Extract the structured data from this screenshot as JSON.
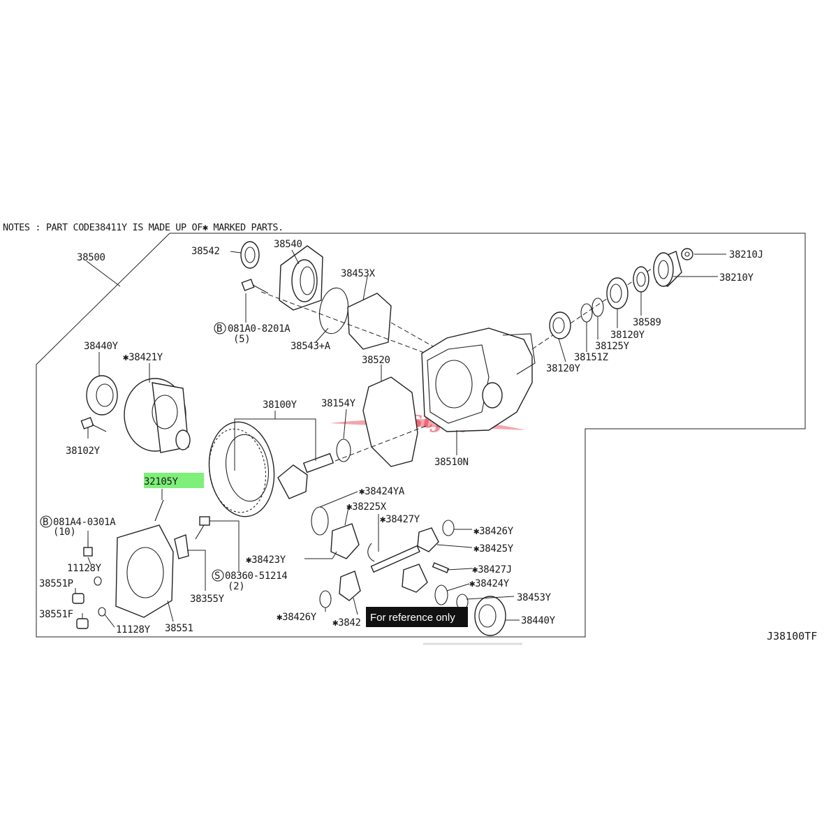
{
  "note": "NOTES : PART CODE38411Y IS MADE UP OF✱ MARKED PARTS.",
  "diagram_code": "J38100TF",
  "overlay_label": "For reference only",
  "watermark": "JustJap",
  "highlight_color": "#7ef07a",
  "labels": {
    "p38500": "38500",
    "p38542": "38542",
    "p38540": "38540",
    "p38453X": "38453X",
    "p38210J": "38210J",
    "p38210Y": "38210Y",
    "p081A0": "081A0-8201A",
    "p081A0q": "(5)",
    "p38543A": "38543+A",
    "p38589": "38589",
    "p38120Ya": "38120Y",
    "p38125Y": "38125Y",
    "p38151Z": "38151Z",
    "p38120Yb": "38120Y",
    "p38440Ya": "38440Y",
    "p38421Y": "✱38421Y",
    "p38520": "38520",
    "p38100Y": "38100Y",
    "p38154Y": "38154Y",
    "p38102Y": "38102Y",
    "p38510N": "38510N",
    "p32105Y": "32105Y",
    "p38424YA": "✱38424YA",
    "p38225X": "✱38225X",
    "p081A4": "081A4-0301A",
    "p081A4q": "(10)",
    "p38427Y": "✱38427Y",
    "p38426Ya": "✱38426Y",
    "p38425Y": "✱38425Y",
    "p11128Ya": "11128Y",
    "p38423Y": "✱38423Y",
    "p38427J": "✱38427J",
    "p08360": "08360-51214",
    "p08360q": "(2)",
    "p38424Y": "✱38424Y",
    "p38551P": "38551P",
    "p38453Y": "38453Y",
    "p38355Y": "38355Y",
    "p38551F": "38551F",
    "p11128Yb": "11128Y",
    "p38551": "38551",
    "p38426Yb": "✱38426Y",
    "p3842x": "✱3842",
    "p38440Yb": "38440Y",
    "bolt_b": "B"
  }
}
